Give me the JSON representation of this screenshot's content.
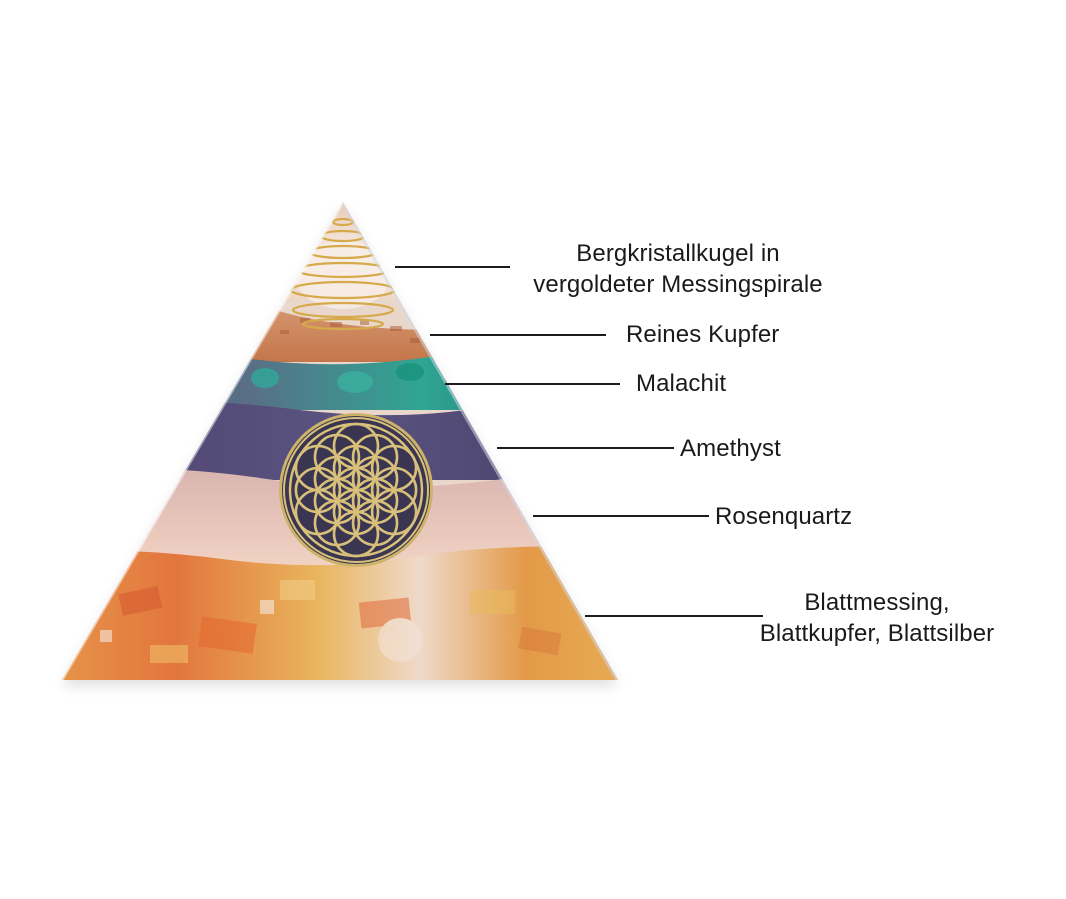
{
  "figure": {
    "subject": "Orgonit-Pyramide mit Blume des Lebens",
    "symbol": "flower-of-life",
    "colors": {
      "background": "#ffffff",
      "text": "#1a1a1a",
      "leader_line": "#1c1c1c",
      "crystal": "#f1e6dc",
      "spiral_gold": "#d4a84a",
      "copper": "#c77b4e",
      "malachite": "#1f8a7c",
      "amethyst": "#4e4470",
      "rose_quartz": "#ecc9b8",
      "leaf_metal": "#e0883f",
      "flower_gold": "#cdb36a"
    }
  },
  "layers": [
    {
      "id": "bergkristall",
      "lines": [
        "Bergkristallkugel in",
        "vergoldeter Messingspirale"
      ]
    },
    {
      "id": "kupfer",
      "lines": [
        "Reines Kupfer"
      ]
    },
    {
      "id": "malachit",
      "lines": [
        "Malachit"
      ]
    },
    {
      "id": "amethyst",
      "lines": [
        "Amethyst"
      ]
    },
    {
      "id": "rosenquartz",
      "lines": [
        "Rosenquartz"
      ]
    },
    {
      "id": "blattmetalle",
      "lines": [
        "Blattmessing,",
        "Blattkupfer, Blattsilber"
      ]
    }
  ]
}
